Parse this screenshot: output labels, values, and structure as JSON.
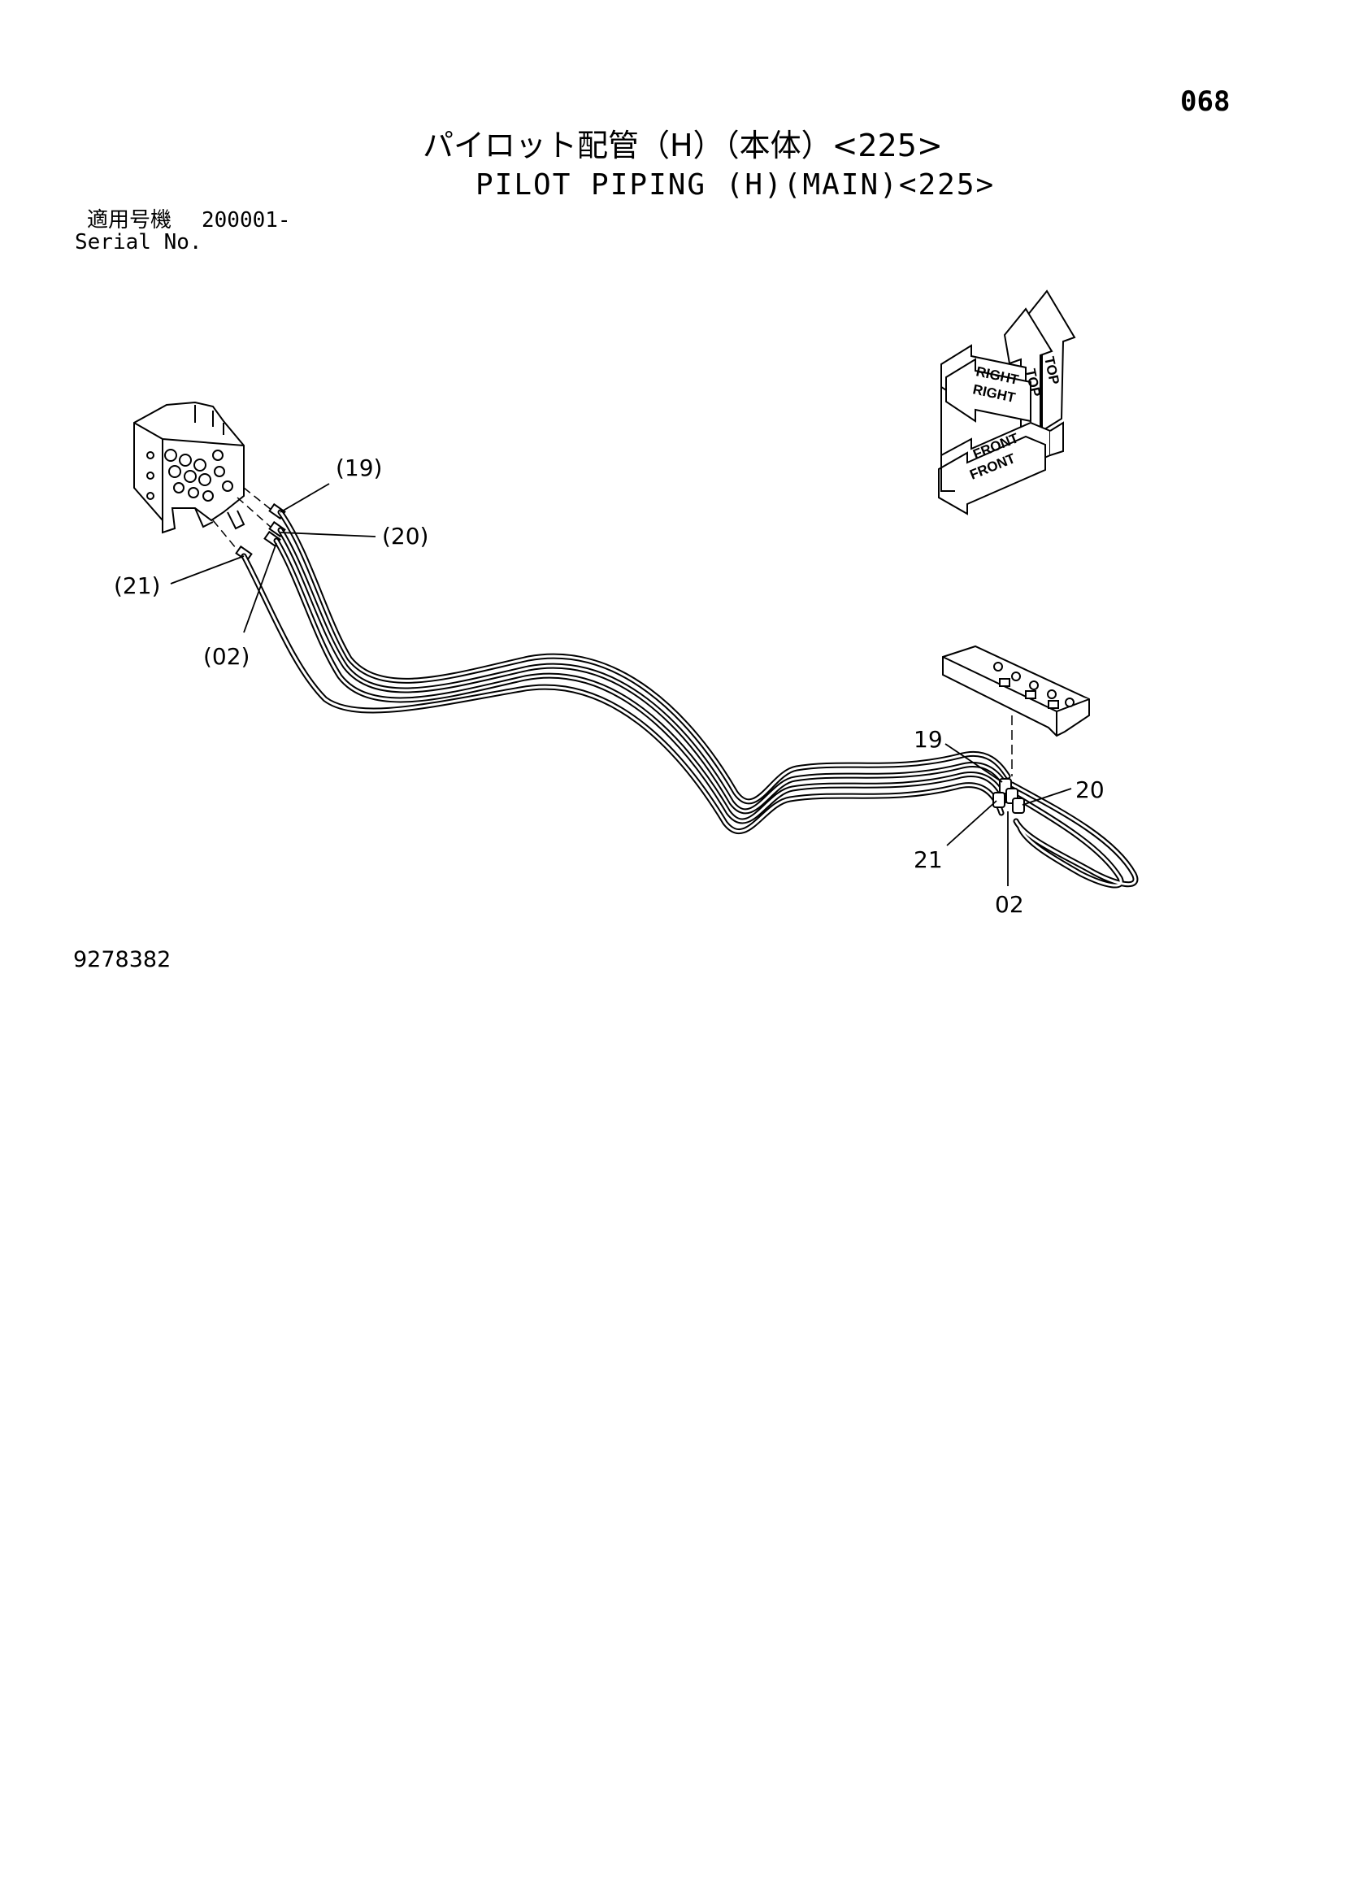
{
  "page_number": "068",
  "title_jp": "パイロット配管（H）（本体）<225>",
  "title_en": "PILOT PIPING (H)(MAIN)<225>",
  "serial_label_jp": "適用号機",
  "serial_range": "200001-",
  "serial_label_en": "Serial No.",
  "drawing_number": "9278382",
  "orientation": {
    "top_1": "TOP",
    "top_2": "TOP",
    "right_1": "RIGHT",
    "right_2": "RIGHT",
    "front_1": "FRONT",
    "front_2": "FRONT"
  },
  "callouts": {
    "c19_left": "(19)",
    "c20_left": "(20)",
    "c21_left": "(21)",
    "c02_left": "(02)",
    "c19_right": "19",
    "c20_right": "20",
    "c21_right": "21",
    "c02_right": "02"
  }
}
